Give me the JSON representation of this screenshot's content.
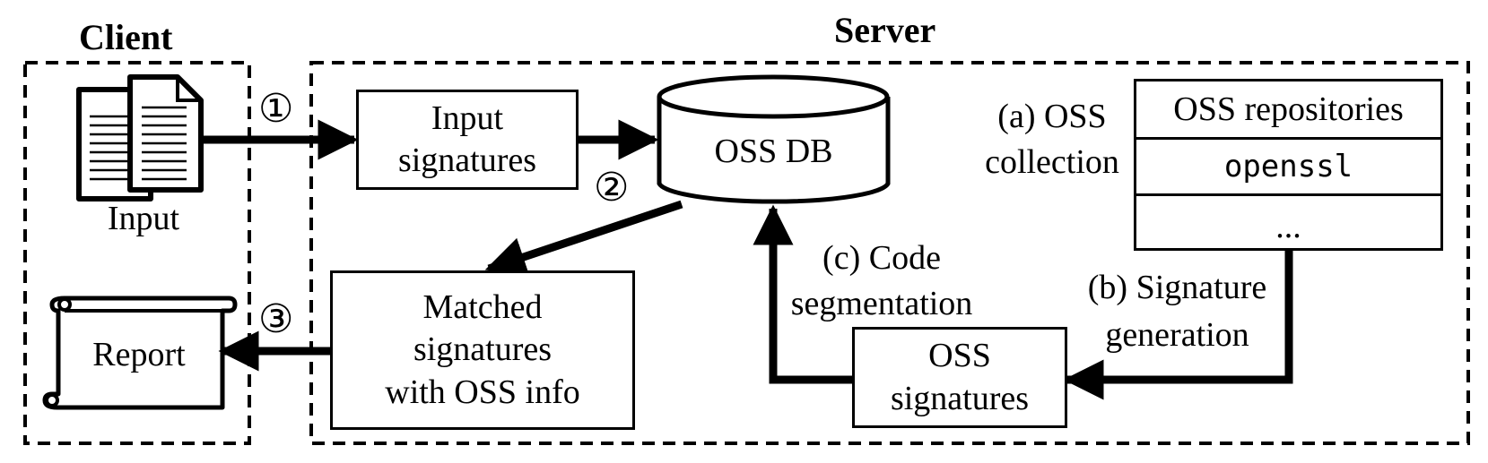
{
  "regions": {
    "client_title": "Client",
    "server_title": "Server"
  },
  "input_label": "Input",
  "steps": [
    "①",
    "②",
    "③"
  ],
  "boxes": {
    "input_signatures": "Input\nsignatures",
    "oss_db": "OSS DB",
    "matched_signatures": "Matched\nsignatures\nwith OSS info",
    "oss_signatures": "OSS\nsignatures",
    "report": "Report"
  },
  "repositories": {
    "header": "OSS repositories",
    "row1": "openssl",
    "row2": "..."
  },
  "labels": {
    "oss_collection": "(a) OSS\ncollection",
    "signature_generation": "(b) Signature\ngeneration",
    "code_segmentation": "(c) Code\nsegmentation"
  },
  "icons": {
    "input": "documents-icon",
    "report": "scroll-icon"
  }
}
